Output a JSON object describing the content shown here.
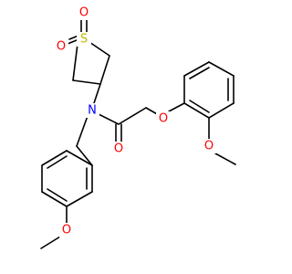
{
  "colors": {
    "oxygen": "#ff0000",
    "nitrogen": "#0000ff",
    "sulfur": "#b8b800",
    "carbon": "#000000"
  },
  "atoms": {
    "sulfone_s": "S",
    "sulfone_o_top": "O",
    "sulfone_o_left": "O",
    "amide_n": "N",
    "amide_o": "O",
    "ether_o": "O",
    "ring_methoxy_o": "O",
    "benzyl_methoxy_o": "O"
  }
}
